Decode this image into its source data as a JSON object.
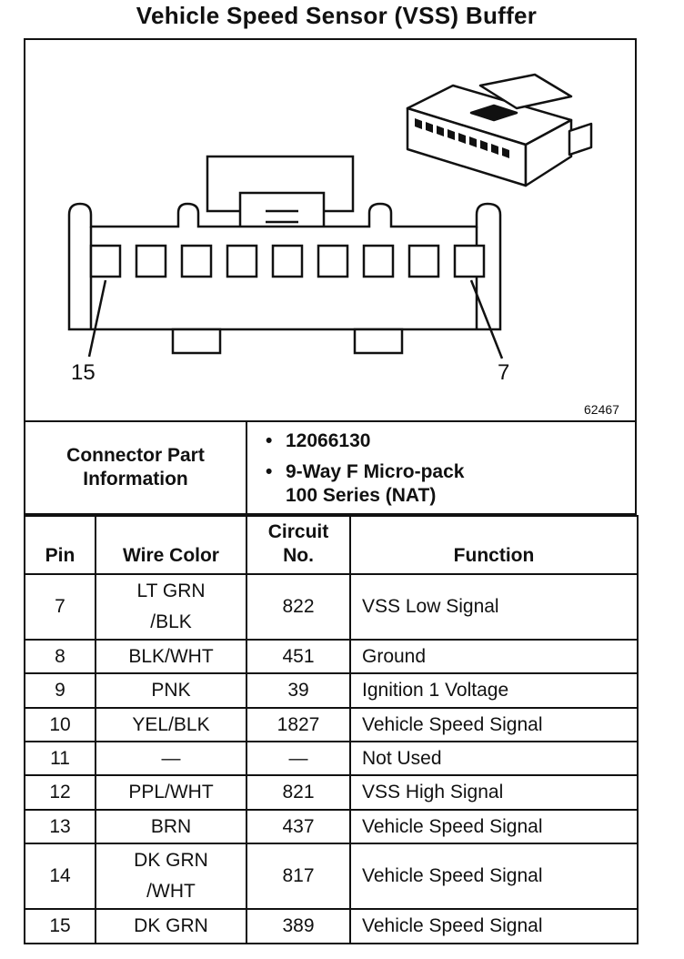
{
  "title": "Vehicle Speed Sensor (VSS) Buffer",
  "diagram": {
    "pin_left_label": "15",
    "pin_right_label": "7",
    "figure_number": "62467"
  },
  "connector_info": {
    "label_line1": "Connector Part",
    "label_line2": "Information",
    "bullet": "•",
    "part_number": "12066130",
    "desc_line1": "9-Way F Micro-pack",
    "desc_line2": "100 Series (NAT)"
  },
  "table": {
    "headers": {
      "pin": "Pin",
      "wire_color": "Wire Color",
      "circuit_line1": "Circuit",
      "circuit_line2": "No.",
      "function": "Function"
    },
    "rows": [
      {
        "pin": "7",
        "wire1": "LT GRN",
        "wire2": "/BLK",
        "circuit": "822",
        "function": "VSS Low Signal"
      },
      {
        "pin": "8",
        "wire1": "BLK/WHT",
        "wire2": "",
        "circuit": "451",
        "function": "Ground"
      },
      {
        "pin": "9",
        "wire1": "PNK",
        "wire2": "",
        "circuit": "39",
        "function": "Ignition 1 Voltage"
      },
      {
        "pin": "10",
        "wire1": "YEL/BLK",
        "wire2": "",
        "circuit": "1827",
        "function": "Vehicle Speed Signal"
      },
      {
        "pin": "11",
        "wire1": "—",
        "wire2": "",
        "circuit": "—",
        "function": "Not Used"
      },
      {
        "pin": "12",
        "wire1": "PPL/WHT",
        "wire2": "",
        "circuit": "821",
        "function": "VSS High Signal"
      },
      {
        "pin": "13",
        "wire1": "BRN",
        "wire2": "",
        "circuit": "437",
        "function": "Vehicle Speed Signal"
      },
      {
        "pin": "14",
        "wire1": "DK GRN",
        "wire2": "/WHT",
        "circuit": "817",
        "function": "Vehicle Speed Signal"
      },
      {
        "pin": "15",
        "wire1": "DK GRN",
        "wire2": "",
        "circuit": "389",
        "function": "Vehicle Speed Signal"
      }
    ]
  }
}
